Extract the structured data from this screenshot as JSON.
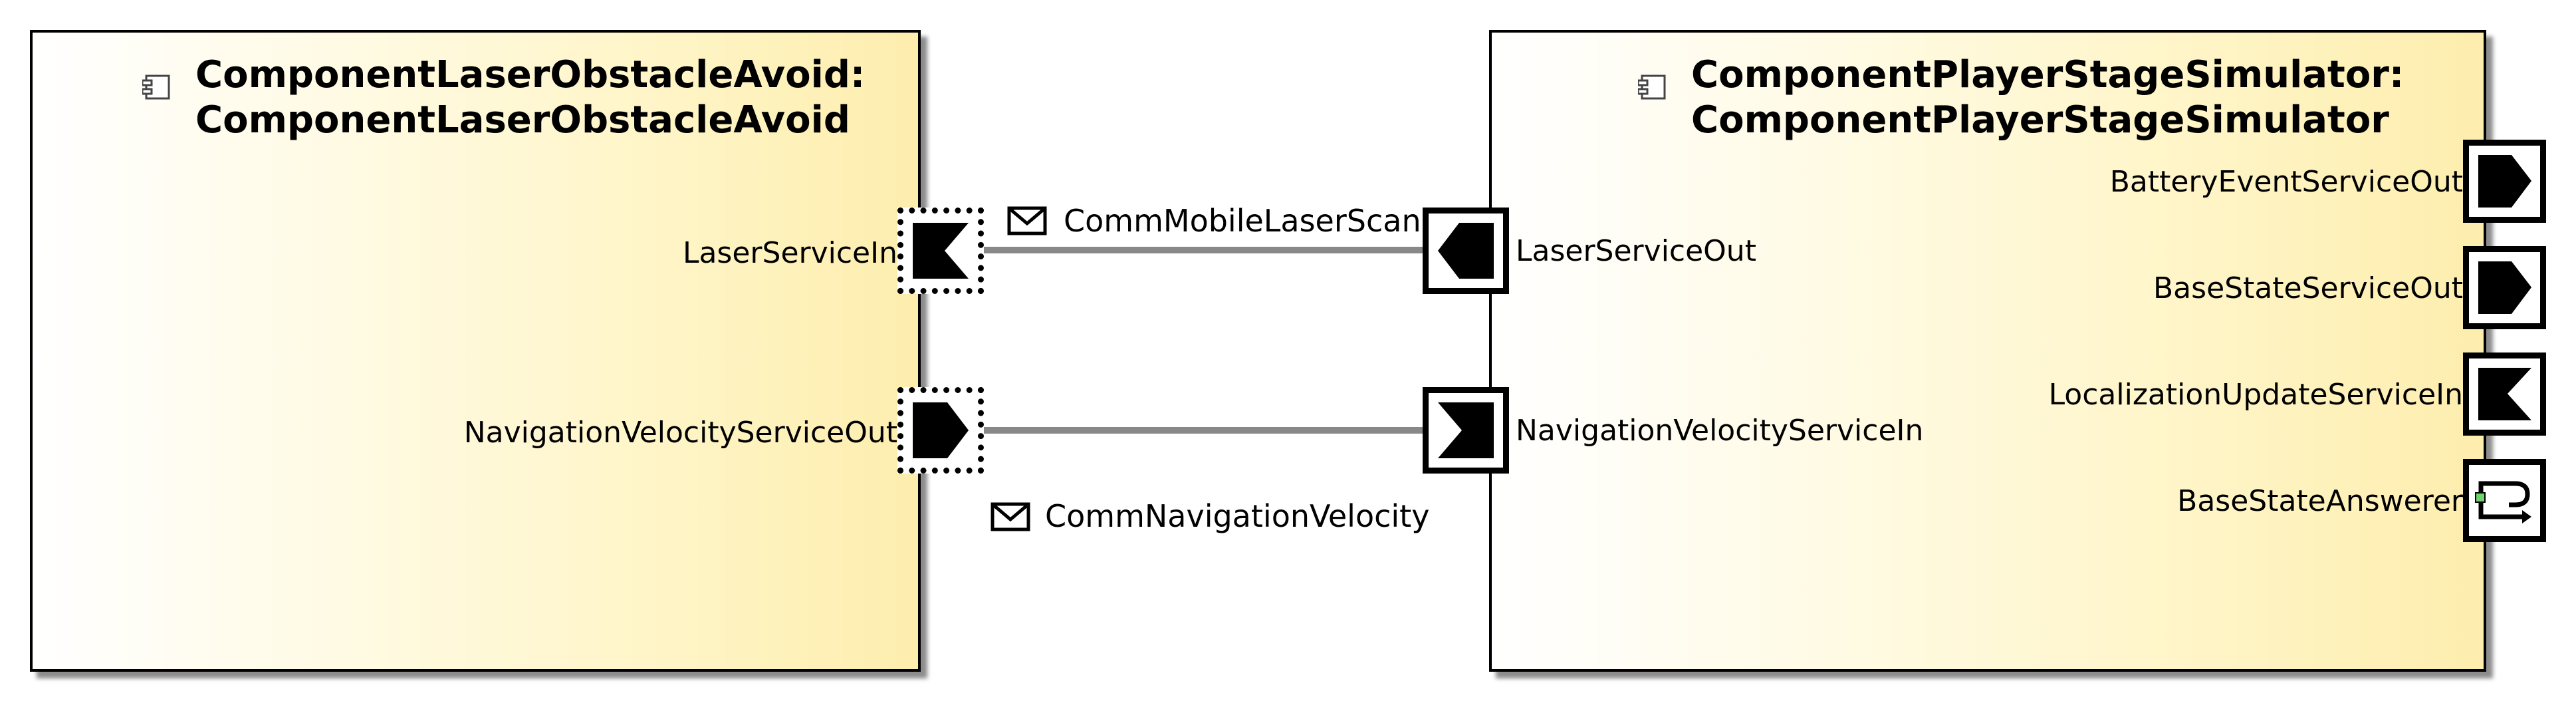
{
  "components": {
    "left": {
      "title_line1": "ComponentLaserObstacleAvoid:",
      "title_line2": "ComponentLaserObstacleAvoid",
      "ports": {
        "laser_in": "LaserServiceIn",
        "nav_out": "NavigationVelocityServiceOut"
      }
    },
    "right": {
      "title_line1": "ComponentPlayerStageSimulator:",
      "title_line2": "ComponentPlayerStageSimulator",
      "ports": {
        "laser_out": "LaserServiceOut",
        "nav_in": "NavigationVelocityServiceIn",
        "battery_out": "BatteryEventServiceOut",
        "basestate_out": "BaseStateServiceOut",
        "localization_in": "LocalizationUpdateServiceIn",
        "basestate_answerer": "BaseStateAnswerer"
      }
    }
  },
  "connections": {
    "laser": "CommMobileLaserScan",
    "navigation": "CommNavigationVelocity"
  },
  "colors": {
    "gradient_start": "#ffffff",
    "gradient_end": "#fdeeae",
    "connector": "#888888",
    "border": "#000000"
  }
}
